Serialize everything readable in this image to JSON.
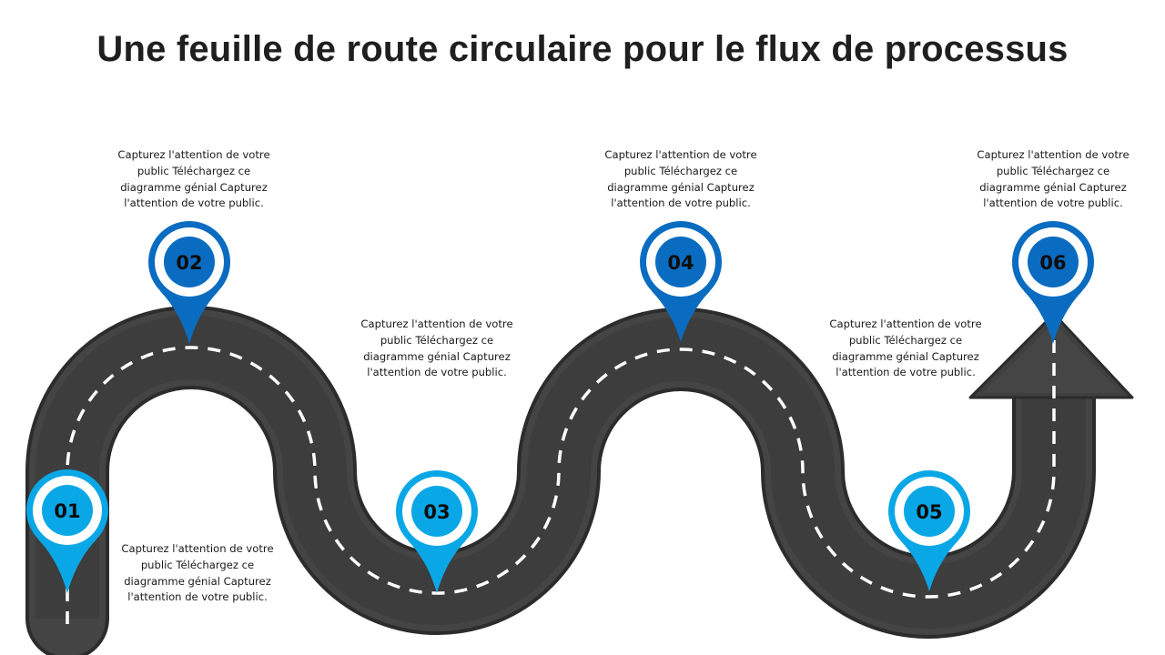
{
  "title": "Une feuille de route circulaire pour le flux de processus",
  "colors": {
    "road": "#3f3f3f",
    "road_edge": "#555555",
    "lane_marking": "#ffffff",
    "pin_dark": "#0a6cc0",
    "pin_light": "#0aa7e6",
    "text": "#1a1a1a"
  },
  "steps": [
    {
      "number": "01",
      "text": "Capturez l'attention de votre public Téléchargez ce diagramme génial Capturez l'attention de votre public.",
      "pin_color": "light"
    },
    {
      "number": "02",
      "text": "Capturez l'attention de votre public Téléchargez ce diagramme génial Capturez l'attention de votre public.",
      "pin_color": "dark"
    },
    {
      "number": "03",
      "text": "Capturez l'attention de votre public Téléchargez ce diagramme génial Capturez l'attention de votre public.",
      "pin_color": "light"
    },
    {
      "number": "04",
      "text": "Capturez l'attention de votre public Téléchargez ce diagramme génial Capturez l'attention de votre public.",
      "pin_color": "dark"
    },
    {
      "number": "05",
      "text": "Capturez l'attention de votre public Téléchargez ce diagramme génial Capturez l'attention de votre public.",
      "pin_color": "light"
    },
    {
      "number": "06",
      "text": "Capturez l'attention de votre public Téléchargez ce diagramme génial Capturez l'attention de votre public.",
      "pin_color": "dark"
    }
  ]
}
